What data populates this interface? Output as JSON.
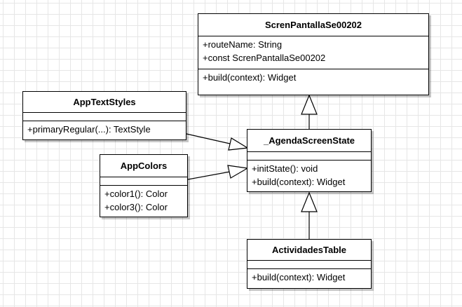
{
  "classes": {
    "screen": {
      "name": "ScrenPantallaSe00202",
      "attributes": [
        "+routeName: String",
        "+const ScrenPantallaSe00202"
      ],
      "methods": [
        "+build(context): Widget"
      ]
    },
    "text_styles": {
      "name": "AppTextStyles",
      "attributes": [],
      "methods": [
        "+primaryRegular(...): TextStyle"
      ]
    },
    "agenda_state": {
      "name": "_AgendaScreenState",
      "attributes": [],
      "methods": [
        "+initState(): void",
        "+build(context): Widget"
      ]
    },
    "colors": {
      "name": "AppColors",
      "attributes": [],
      "methods": [
        "+color1(): Color",
        "+color3(): Color"
      ]
    },
    "actividades": {
      "name": "ActividadesTable",
      "attributes": [],
      "methods": [
        "+build(context): Widget"
      ]
    }
  }
}
